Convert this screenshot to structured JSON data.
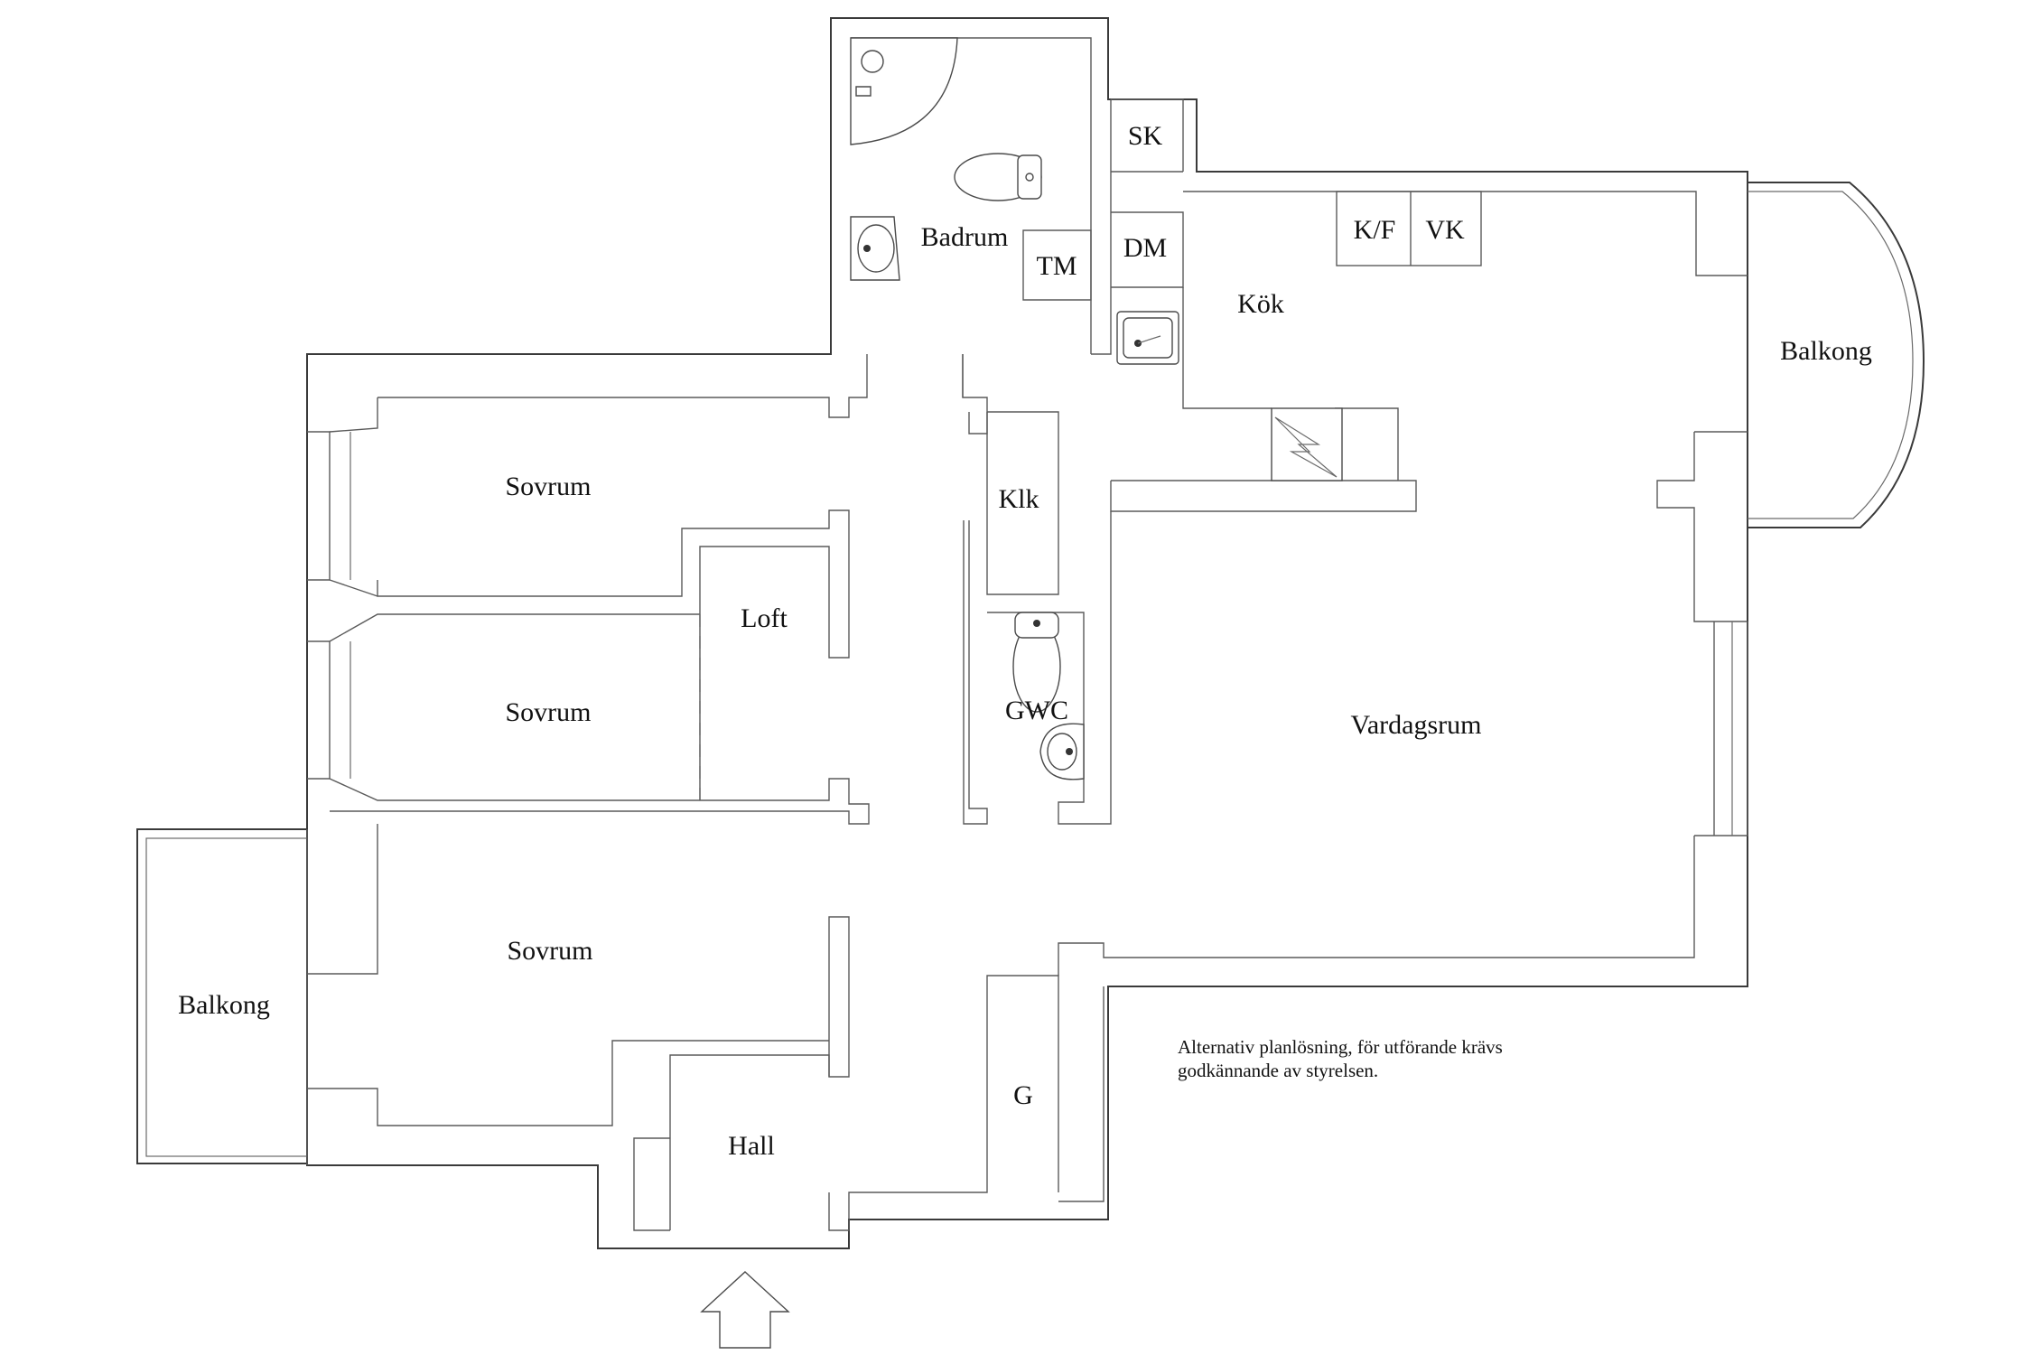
{
  "rooms": {
    "badrum": "Badrum",
    "tm": "TM",
    "sk": "SK",
    "dm": "DM",
    "kf": "K/F",
    "vk": "VK",
    "kok": "Kök",
    "balkong_right": "Balkong",
    "klk": "Klk",
    "sovrum_1": "Sovrum",
    "loft": "Loft",
    "sovrum_2": "Sovrum",
    "gwc": "GWC",
    "vardagsrum": "Vardagsrum",
    "sovrum_3": "Sovrum",
    "balkong_left": "Balkong",
    "g": "G",
    "hall": "Hall"
  },
  "note": {
    "line1": "Alternativ planlösning, för utförande krävs",
    "line2": "godkännande av styrelsen."
  },
  "icons": [
    "entrance-arrow-icon",
    "toilet-icon",
    "sink-icon",
    "shower-icon",
    "stove-icon",
    "fireplace-icon"
  ]
}
